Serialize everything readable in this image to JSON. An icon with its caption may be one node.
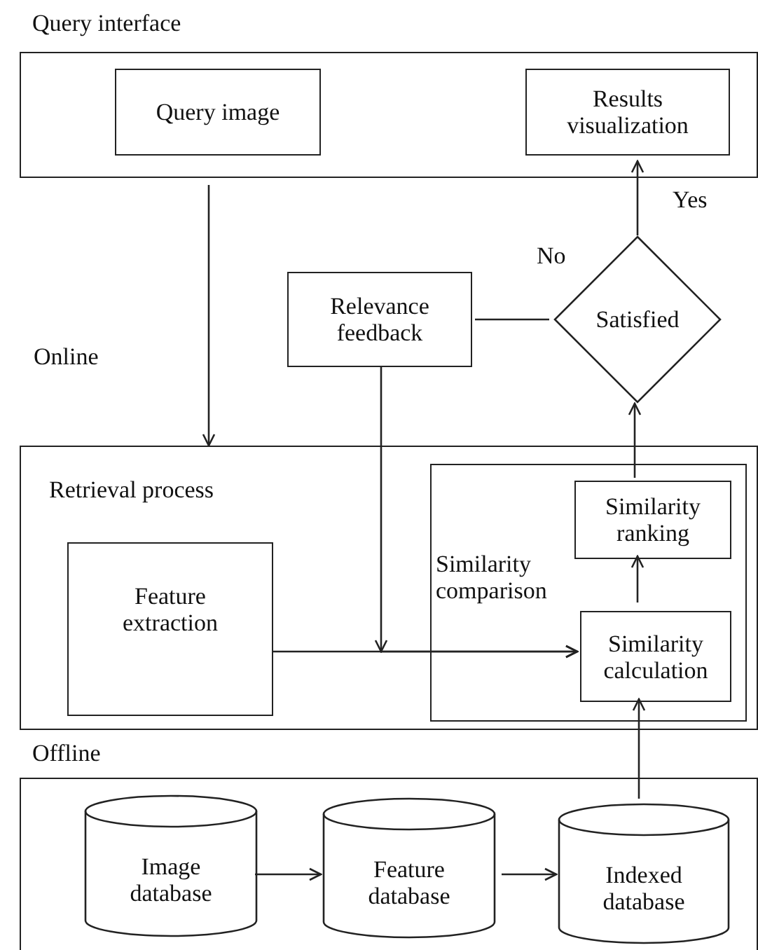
{
  "diagram": {
    "nodes": [
      {
        "text": [
          "Query interface"
        ]
      },
      {
        "text": [
          "Query image"
        ],
        "in": 0
      },
      {
        "text": [
          "Results visualization"
        ],
        "in": 0
      },
      {
        "text": [
          "Relevance feedback"
        ]
      },
      {
        "text": [
          "Satisfied"
        ]
      },
      {
        "text": [
          "Retrieval process"
        ]
      },
      {
        "text": [
          "Feature extraction"
        ],
        "in": 5
      },
      {
        "text": [
          "Similarity comparison"
        ],
        "in": 5
      },
      {
        "text": [
          "Similarity ranking"
        ],
        "in": 7
      },
      {
        "text": [
          "Similarity calculation"
        ],
        "in": 7
      },
      {
        "text": [
          "Offline"
        ]
      },
      {
        "text": [
          "Image database"
        ],
        "in": 10
      },
      {
        "text": [
          "Feature database"
        ],
        "in": 10
      },
      {
        "text": [
          "Indexed database"
        ],
        "in": 10
      }
    ],
    "edges": [
      {
        "from": 0,
        "to": 5,
        "arrow": "to"
      },
      {
        "from": 4,
        "to": 2,
        "arrow": "to",
        "label": "Yes"
      },
      {
        "from": 4,
        "to": 3,
        "arrow": "none",
        "label": "No"
      },
      {
        "from": 3,
        "to": 9,
        "arrow": "to"
      },
      {
        "from": 6,
        "to": 9,
        "arrow": "to"
      },
      {
        "from": 9,
        "to": 8,
        "arrow": "to"
      },
      {
        "from": 8,
        "to": 4,
        "arrow": "to"
      },
      {
        "from": 13,
        "to": 9,
        "arrow": "to"
      },
      {
        "from": 11,
        "to": 12,
        "arrow": "to"
      },
      {
        "from": 12,
        "to": 13,
        "arrow": "to"
      }
    ],
    "labels": [
      "Online"
    ]
  }
}
